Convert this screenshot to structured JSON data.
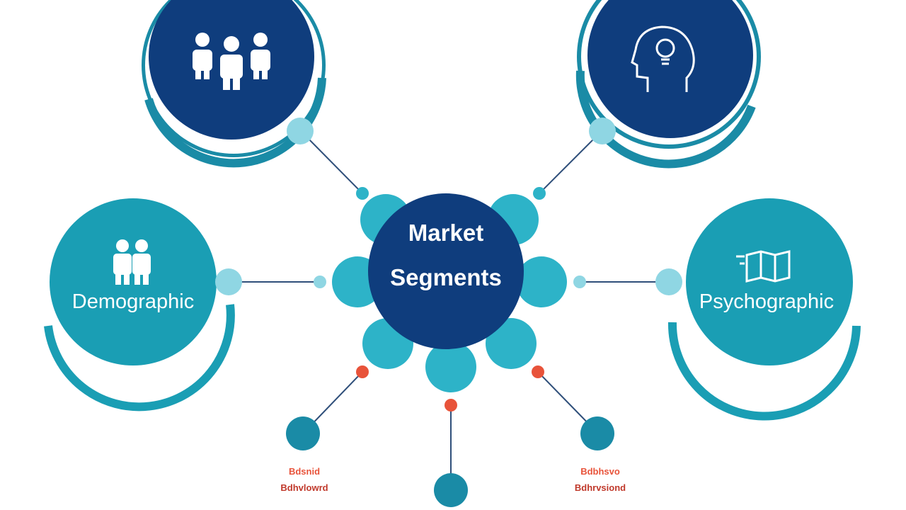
{
  "center": {
    "line1": "Market",
    "line2": "Segments"
  },
  "nodes": {
    "demographic": {
      "label": "Demographic",
      "icon": "two-people-icon"
    },
    "psychographic": {
      "label": "Psychographic",
      "icon": "map-icon"
    },
    "top_left": {
      "icon": "group-of-people-icon"
    },
    "top_right": {
      "icon": "head-lightbulb-icon"
    }
  },
  "bottom_labels": {
    "left_line1": "Bdsnid",
    "left_line2": "Bdhvlowrd",
    "right_line1": "Bdbhsvo",
    "right_line2": "Bdhrvsiond"
  },
  "colors": {
    "navy": "#0f3d7d",
    "teal": "#1a9eb4",
    "light_teal": "#8fd6e3",
    "mid_teal": "#2db3c8",
    "accent": "#e8533a"
  }
}
